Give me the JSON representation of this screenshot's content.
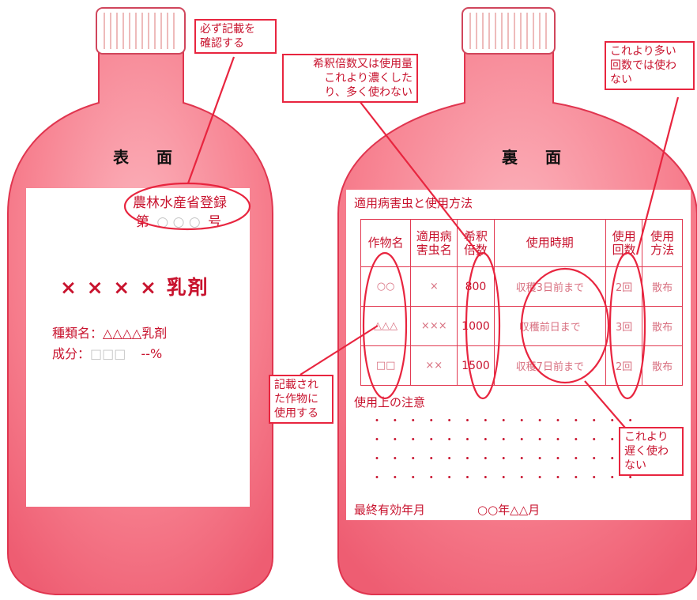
{
  "front": {
    "title": "表 面",
    "registration_line1": "農林水産省登録",
    "registration_prefix": "第",
    "registration_marks": "○ ○ ○",
    "registration_suffix": "号",
    "product_name": "× × × × 乳剤",
    "kind_label": "種類名：",
    "kind_value": "△△△△乳剤",
    "ingredient_label": "成分：",
    "ingredient_value": "□□□",
    "ingredient_percent": "--%"
  },
  "back": {
    "title": "裏 面",
    "table_title": "適用病害虫と使用方法",
    "headers": {
      "crop": [
        "作物名"
      ],
      "pest": [
        "適用病",
        "害虫名"
      ],
      "dilution": [
        "希釈",
        "倍数"
      ],
      "timing": [
        "使用時期"
      ],
      "count": [
        "使用",
        "回数"
      ],
      "method": [
        "使用",
        "方法"
      ]
    },
    "rows": [
      {
        "crop": "○○",
        "pest": "×",
        "dilution": "800",
        "timing": "収穫3日前まで",
        "count": "2回",
        "method": "散布"
      },
      {
        "crop": "△△△",
        "pest": "×××",
        "dilution": "1000",
        "timing": "収穫前日まで",
        "count": "3回",
        "method": "散布"
      },
      {
        "crop": "□□",
        "pest": "××",
        "dilution": "1500",
        "timing": "収穫7日前まで",
        "count": "2回",
        "method": "散布"
      }
    ],
    "precautions_title": "使用上の注意",
    "dot_lines": [
      "・  ・  ・  ・  ・  ・  ・  ・  ・  ・  ・  ・  ・  ・  ・",
      "・  ・  ・  ・  ・  ・  ・  ・  ・  ・  ・  ・  ・  ・  ・",
      "・  ・  ・  ・  ・  ・  ・  ・  ・  ・  ・  ・  ・  ・  ・",
      "・  ・  ・  ・  ・  ・  ・  ・  ・  ・  ・  ・  ・  ・  ・"
    ],
    "expiry_label": "最終有効年月",
    "expiry_value": "○○年△△月"
  },
  "callouts": {
    "registration": [
      "必ず記載を",
      "確認する"
    ],
    "dilution": [
      "希釈倍数又は使用量",
      "これより濃くした",
      "り、多く使わない"
    ],
    "count": [
      "これより多い",
      "回数では使わ",
      "ない"
    ],
    "crop": [
      "記載され",
      "た作物に",
      "使用する"
    ],
    "timing": [
      "これより",
      "遅く使わ",
      "ない"
    ]
  },
  "colors": {
    "bottle_fill": "#f7808f",
    "bottle_edge": "#e0354f",
    "cap_fill": "#ffffff",
    "accent_red": "#e8253f",
    "text_red": "#c8132e"
  }
}
